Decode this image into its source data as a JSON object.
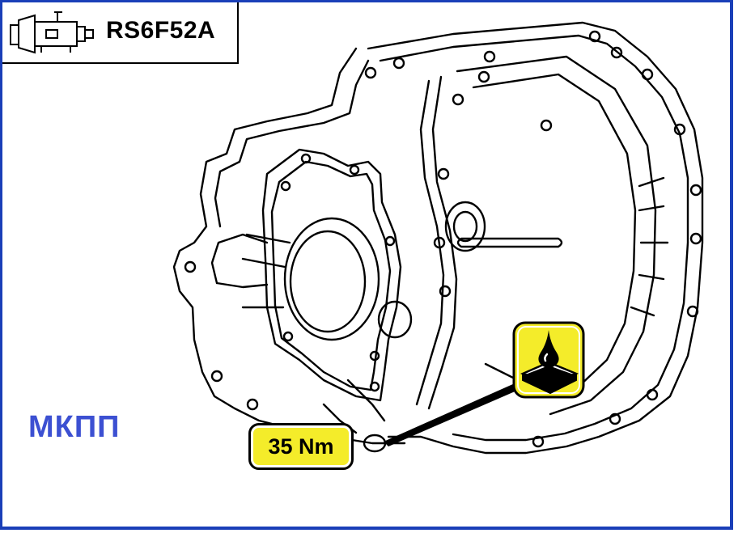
{
  "header": {
    "model_code": "RS6F52A",
    "gearbox_icon": "manual-transmission-icon"
  },
  "caption": "МКПП",
  "torque_badge": {
    "value": "35 Nm"
  },
  "sealant_icon": "oil-drop-sealant-icon",
  "colors": {
    "frame": "#1a3fb8",
    "caption": "#3c50d2",
    "badge_fill": "#f4ec2a"
  }
}
